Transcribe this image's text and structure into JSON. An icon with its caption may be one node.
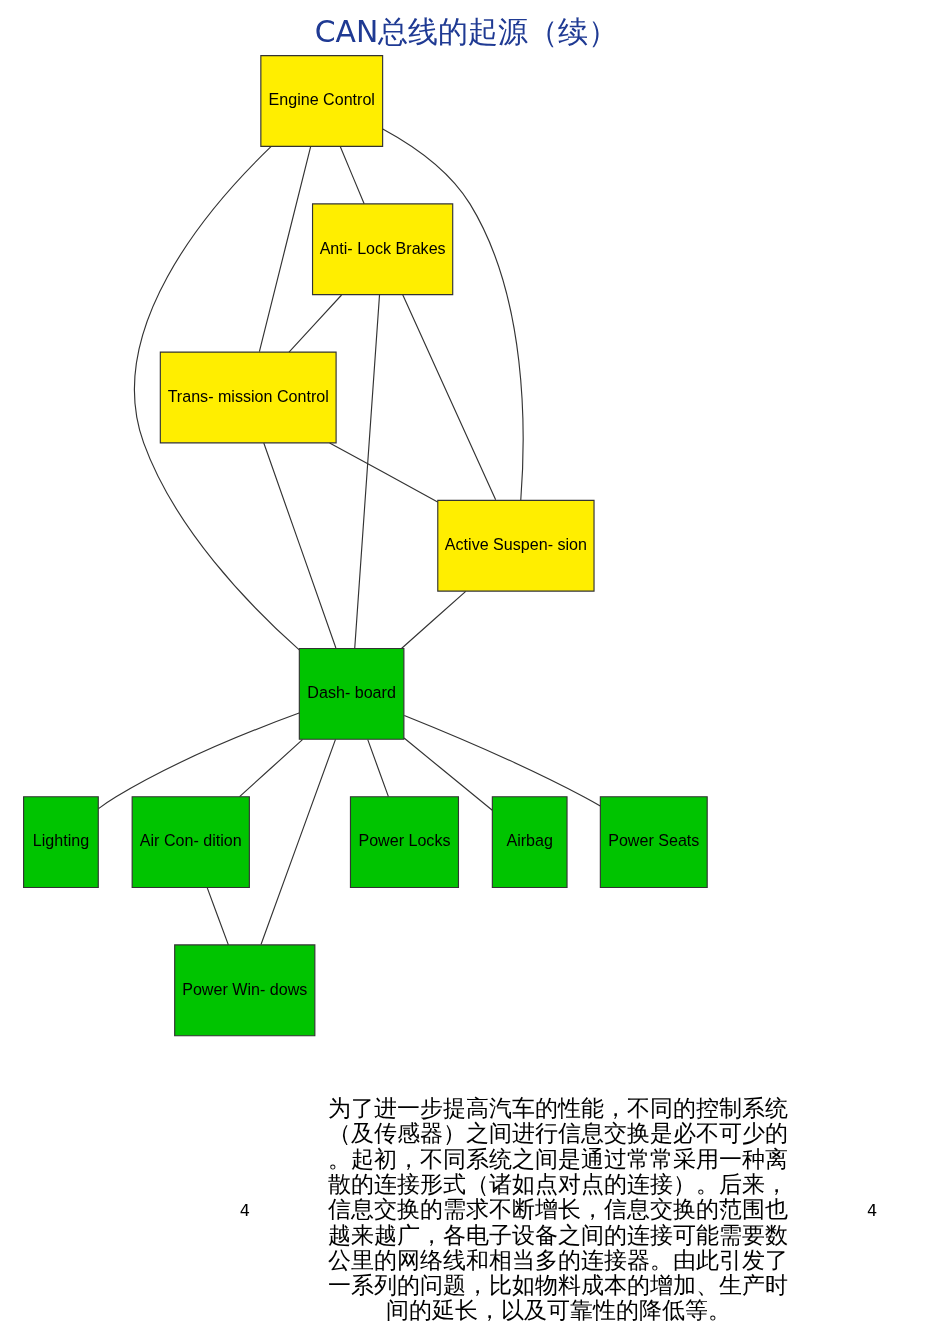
{
  "diagram": {
    "title": "CAN总线的起源（续）",
    "nodes": [
      {
        "text": [
          "Engine Control"
        ]
      },
      {
        "text": [
          "Anti- Lock Brakes"
        ]
      },
      {
        "text": [
          "Lighting"
        ]
      },
      {
        "text": [
          "Air Con- dition"
        ]
      },
      {
        "text": [
          "Power Locks"
        ]
      },
      {
        "text": [
          "Dash- board"
        ]
      },
      {
        "text": [
          "Airbag"
        ]
      },
      {
        "text": [
          "Power Seats"
        ]
      },
      {
        "text": [
          "Trans- mission Control"
        ]
      },
      {
        "text": [
          "Active Suspen- sion"
        ]
      },
      {
        "text": [
          "Power Win- dows"
        ]
      }
    ],
    "edges": [
      {
        "from": 0,
        "to": 1,
        "arrow": "none"
      },
      {
        "from": 0,
        "to": 8,
        "arrow": "none"
      },
      {
        "from": 0,
        "to": 9,
        "arrow": "none"
      },
      {
        "from": 0,
        "to": 5,
        "arrow": "none"
      },
      {
        "from": 1,
        "to": 8,
        "arrow": "none"
      },
      {
        "from": 1,
        "to": 9,
        "arrow": "none"
      },
      {
        "from": 1,
        "to": 5,
        "arrow": "none"
      },
      {
        "from": 8,
        "to": 9,
        "arrow": "none"
      },
      {
        "from": 8,
        "to": 5,
        "arrow": "none"
      },
      {
        "from": 9,
        "to": 5,
        "arrow": "none"
      },
      {
        "from": 5,
        "to": 2,
        "arrow": "none"
      },
      {
        "from": 5,
        "to": 3,
        "arrow": "none"
      },
      {
        "from": 5,
        "to": 4,
        "arrow": "none"
      },
      {
        "from": 5,
        "to": 6,
        "arrow": "none"
      },
      {
        "from": 5,
        "to": 10,
        "arrow": "none"
      },
      {
        "from": 5,
        "to": 7,
        "arrow": "none"
      },
      {
        "from": 3,
        "to": 10,
        "arrow": "none"
      }
    ],
    "labels": [
      "4",
      "为了进一步提高汽车的性能，不同的控制系统（及传感器）之间进行信息交换是必不可少的。起初，不同系统之间是通过常常采用一种离散的连接形式（诸如点对点的连接）。后来，信息交换的需求不断增长，信息交换的范围也越来越广，各电子设备之间的连接可能需要数公里的网络线和相当多的连接器。由此引发了一系列的问题，比如物料成本的增加、生产时间的延长，以及可靠性的降低等。",
      "4"
    ]
  }
}
